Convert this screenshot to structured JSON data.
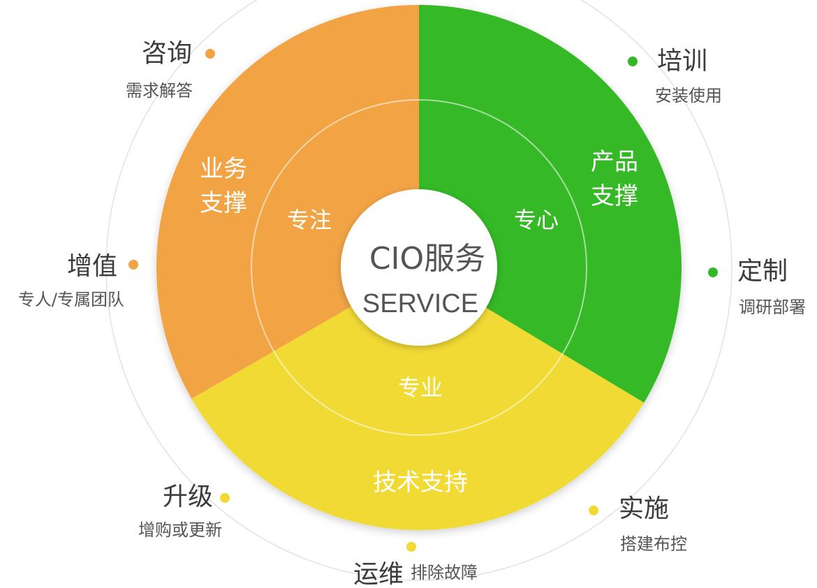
{
  "center": {
    "title": "CIO服务",
    "subtitle": "SERVICE"
  },
  "segments": {
    "business": {
      "outer": [
        "业务",
        "支撑"
      ],
      "inner": "专注",
      "color": "#f2a444"
    },
    "product": {
      "outer": [
        "产品",
        "支撑"
      ],
      "inner": "专心",
      "color": "#34b926"
    },
    "tech": {
      "outer": [
        "技术支持"
      ],
      "inner": "专业",
      "color": "#f2da34"
    }
  },
  "services": {
    "consult": {
      "title": "咨询",
      "desc": "需求解答",
      "color": "#f2a444"
    },
    "value": {
      "title": "增值",
      "desc": "专人/专属团队",
      "color": "#f2a444"
    },
    "train": {
      "title": "培训",
      "desc": "安装使用",
      "color": "#34b926"
    },
    "custom": {
      "title": "定制",
      "desc": "调研部署",
      "color": "#34b926"
    },
    "upgrade": {
      "title": "升级",
      "desc": "增购或更新",
      "color": "#f2da34"
    },
    "ops": {
      "title": "运维",
      "desc": "排除故障",
      "color": "#f2da34"
    },
    "deploy": {
      "title": "实施",
      "desc": "搭建布控",
      "color": "#f2da34"
    }
  }
}
